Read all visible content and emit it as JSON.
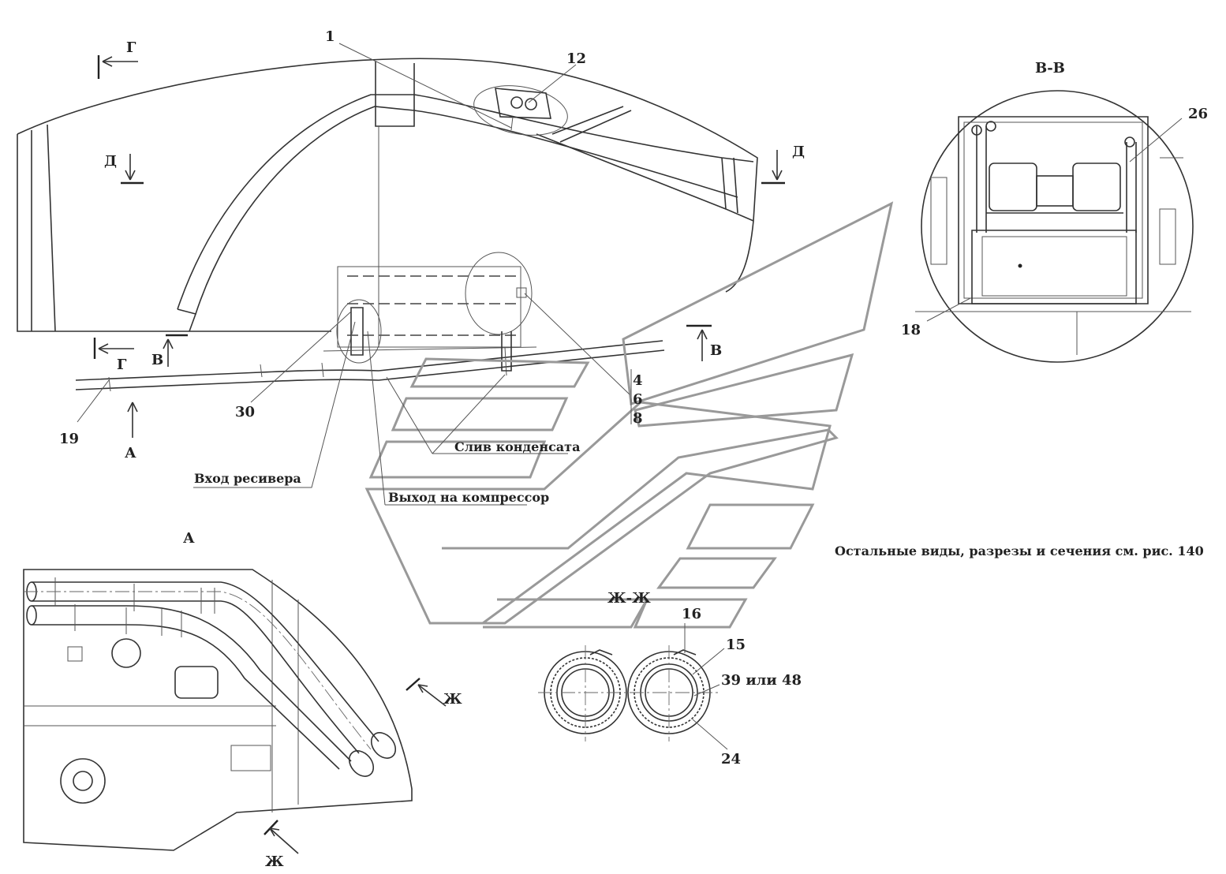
{
  "labels": {
    "n1": "1",
    "n12": "12",
    "n26": "26",
    "n18": "18",
    "n19": "19",
    "n30": "30",
    "n4": "4",
    "n6": "6",
    "n8": "8",
    "n16": "16",
    "n15": "15",
    "n39_48": "39 или 48",
    "n24": "24"
  },
  "sections": {
    "g_top": "Г",
    "g_bottom": "Г",
    "d_left": "Д",
    "d_right": "Д",
    "v_left": "В",
    "v_right": "В",
    "a_arrow": "А",
    "zh_top": "Ж",
    "zh_bottom": "Ж"
  },
  "view_titles": {
    "vv": "В-В",
    "a": "А",
    "zhzh": "Ж-Ж"
  },
  "callouts": {
    "condensate": "Слив конденсата",
    "receiver_in": "Вход ресивера",
    "compressor_out": "Выход на компрессор"
  },
  "note": "Остальные виды, разрезы и сечения см. рис. 140"
}
